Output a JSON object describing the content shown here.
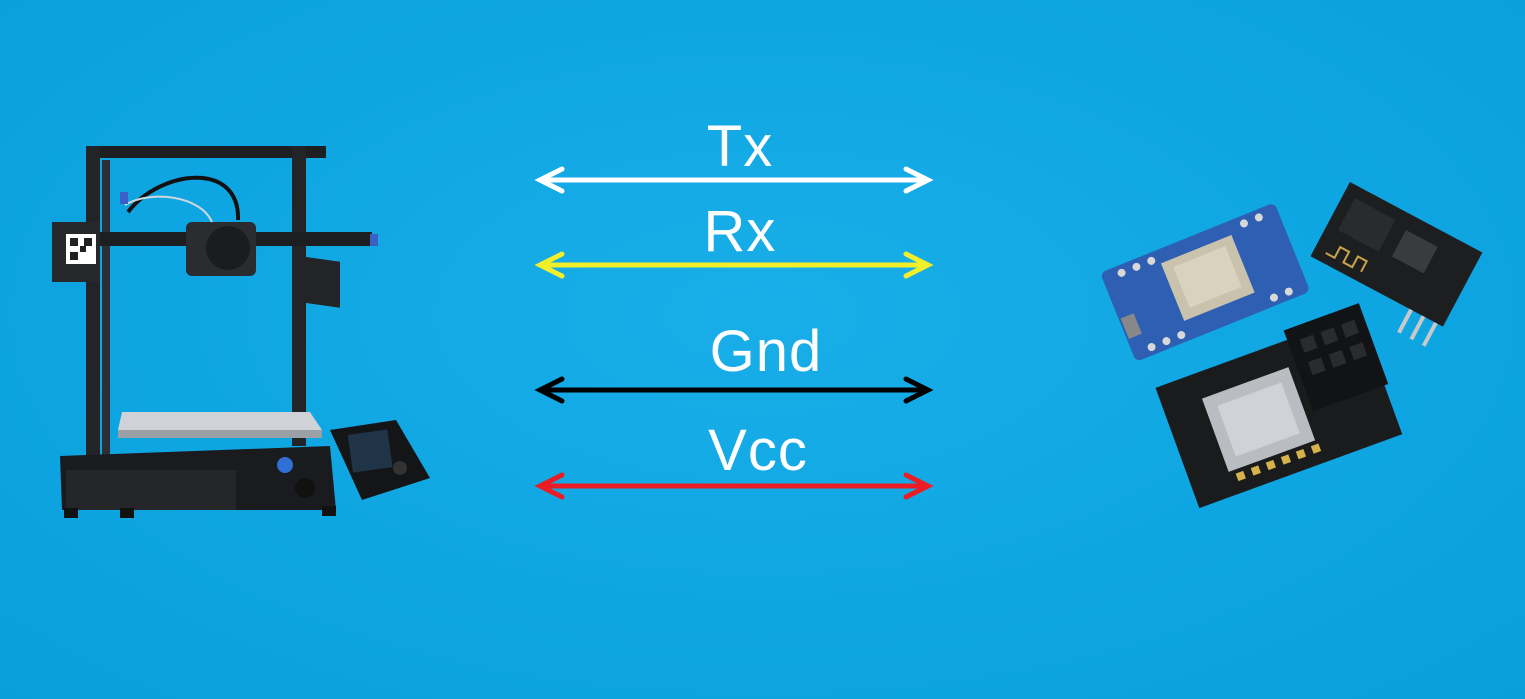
{
  "lines": [
    {
      "label": "Tx",
      "color": "#ffffff"
    },
    {
      "label": "Rx",
      "color": "#f2ee2a"
    },
    {
      "label": "Gnd",
      "color": "#000000"
    },
    {
      "label": "Vcc",
      "color": "#ec1c24"
    }
  ],
  "background": "#0ea6e2",
  "icons": {
    "left": "3d-printer-icon",
    "right": "esp-wifi-modules-icon"
  }
}
